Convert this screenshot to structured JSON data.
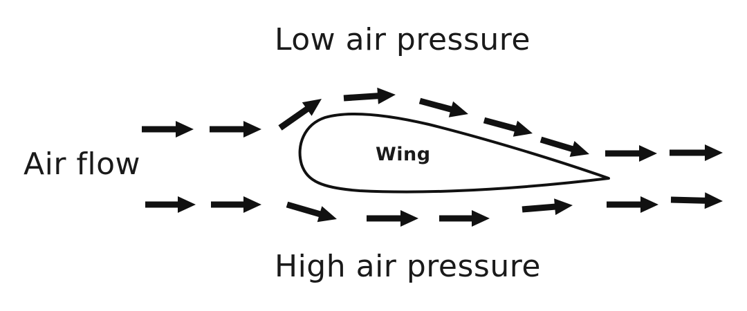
{
  "labels": {
    "top": "Low air pressure",
    "bottom": "High air pressure",
    "left": "Air flow",
    "wing": "Wing"
  },
  "colors": {
    "ink": "#111111",
    "background": "#ffffff"
  }
}
